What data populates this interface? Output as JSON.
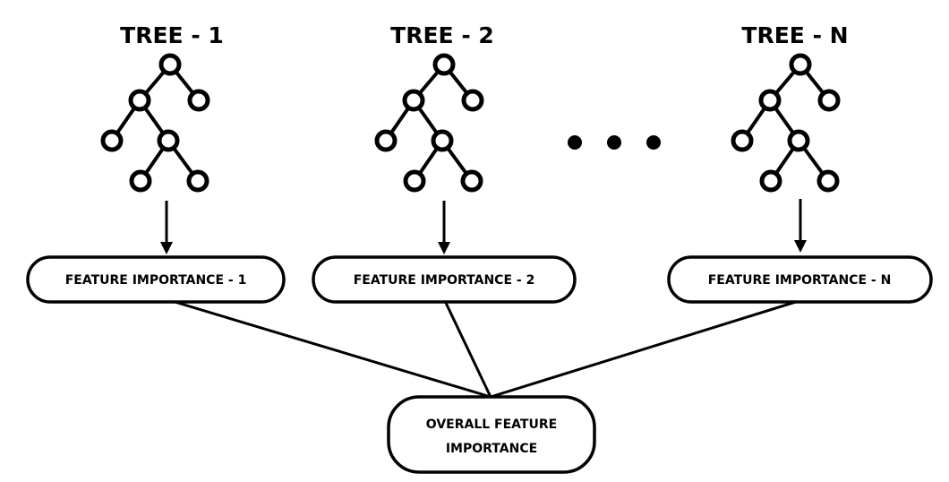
{
  "trees": [
    {
      "title": "TREE - 1",
      "importance_label": "FEATURE IMPORTANCE - 1"
    },
    {
      "title": "TREE - 2",
      "importance_label": "FEATURE IMPORTANCE - 2"
    },
    {
      "title": "TREE - N",
      "importance_label": "FEATURE IMPORTANCE - N"
    }
  ],
  "overall": {
    "line1": "OVERALL FEATURE",
    "line2": "IMPORTANCE"
  },
  "colors": {
    "stroke": "#000000",
    "background": "#ffffff"
  }
}
